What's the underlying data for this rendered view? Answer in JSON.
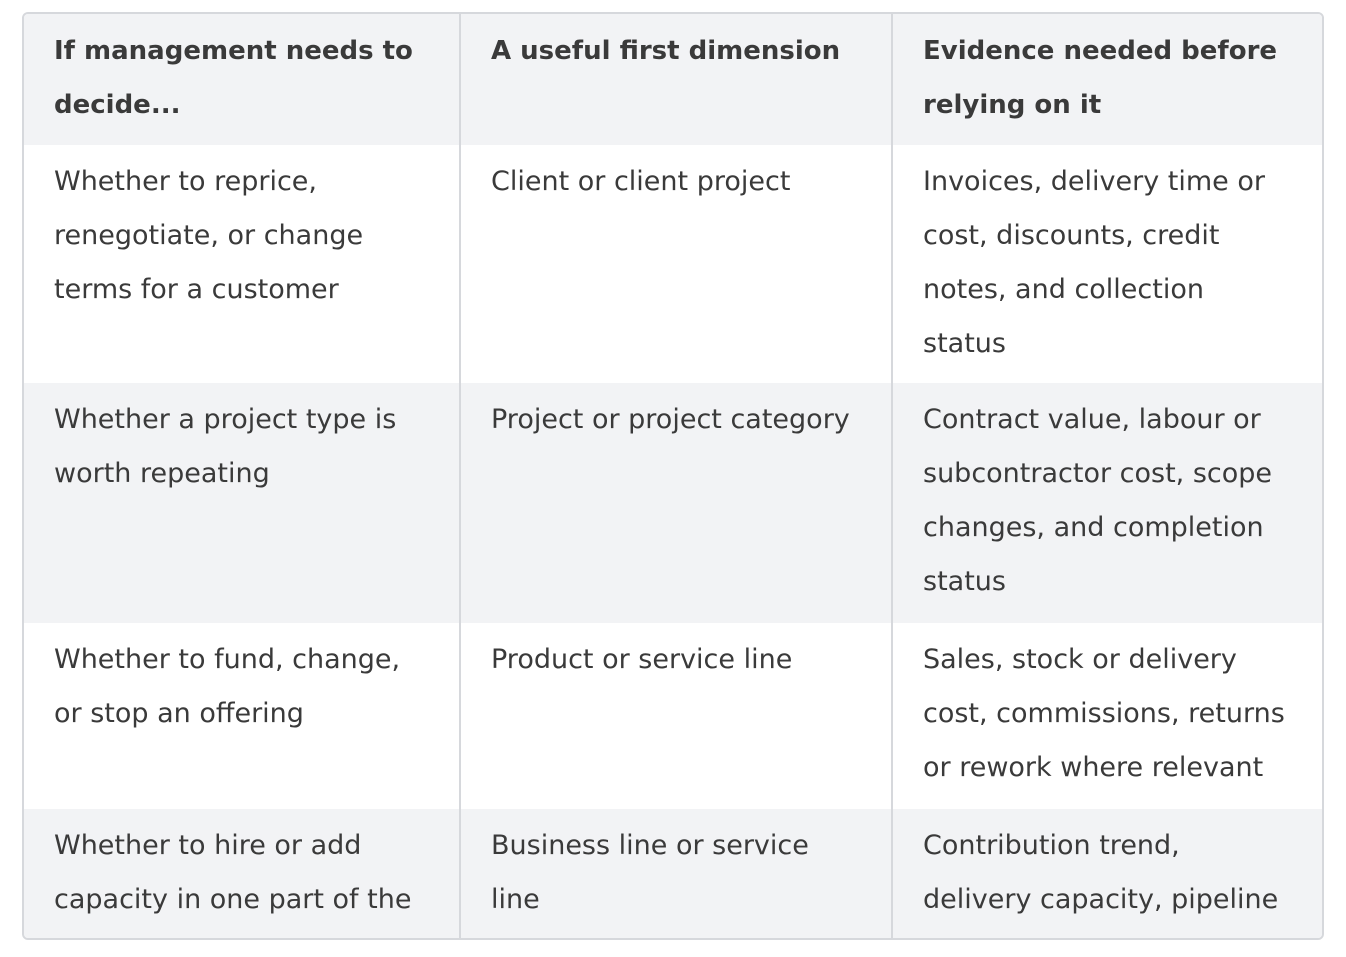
{
  "table": {
    "headers": [
      "If management needs to decide...",
      "A useful first dimension",
      "Evidence needed before relying on it"
    ],
    "rows": [
      [
        "Whether to reprice, renegotiate, or change terms for a customer",
        "Client or client project",
        "Invoices, delivery time or cost, discounts, credit notes, and collection status"
      ],
      [
        "Whether a project type is worth repeating",
        "Project or project category",
        "Contract value, labour or subcontractor cost, scope changes, and completion status"
      ],
      [
        "Whether to fund, change, or stop an offering",
        "Product or service line",
        "Sales, stock or delivery cost, commissions, returns or rework where relevant"
      ],
      [
        "Whether to hire or add capacity in one part of the business",
        "Business line or service line",
        "Contribution trend, delivery capacity, pipeline quality, and cash timing"
      ]
    ]
  },
  "colors": {
    "border": "#d6d8dc",
    "header_bg": "#f2f3f5",
    "stripe_bg": "#f2f3f5",
    "text": "#3a3a3a"
  }
}
